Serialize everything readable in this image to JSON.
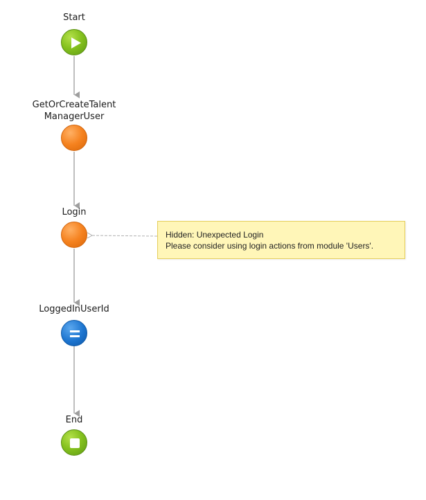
{
  "flow": {
    "nodes": [
      {
        "id": "start",
        "label": "Start",
        "type": "start"
      },
      {
        "id": "get-or-create",
        "label": "GetOrCreateTalent\nManagerUser",
        "type": "action"
      },
      {
        "id": "login",
        "label": "Login",
        "type": "action"
      },
      {
        "id": "logged-in-user-id",
        "label": "LoggedInUserId",
        "type": "assign"
      },
      {
        "id": "end",
        "label": "End",
        "type": "end"
      }
    ],
    "labels": {
      "start": "Start",
      "get_line1": "GetOrCreateTalent",
      "get_line2": "ManagerUser",
      "login": "Login",
      "logged_in_user_id": "LoggedInUserId",
      "end": "End"
    }
  },
  "comment": {
    "line1": "Hidden: Unexpected Login",
    "line2": "Please consider using login actions from module 'Users'."
  },
  "colors": {
    "start_end": "#86c21f",
    "action": "#f5821f",
    "assign": "#1c74cf",
    "connector": "#a9a9a9",
    "comment_bg": "#fff6b8",
    "comment_border": "#e4cd5a"
  },
  "icons": {
    "start": "play-icon",
    "assign": "equals-icon",
    "end": "stop-icon"
  }
}
